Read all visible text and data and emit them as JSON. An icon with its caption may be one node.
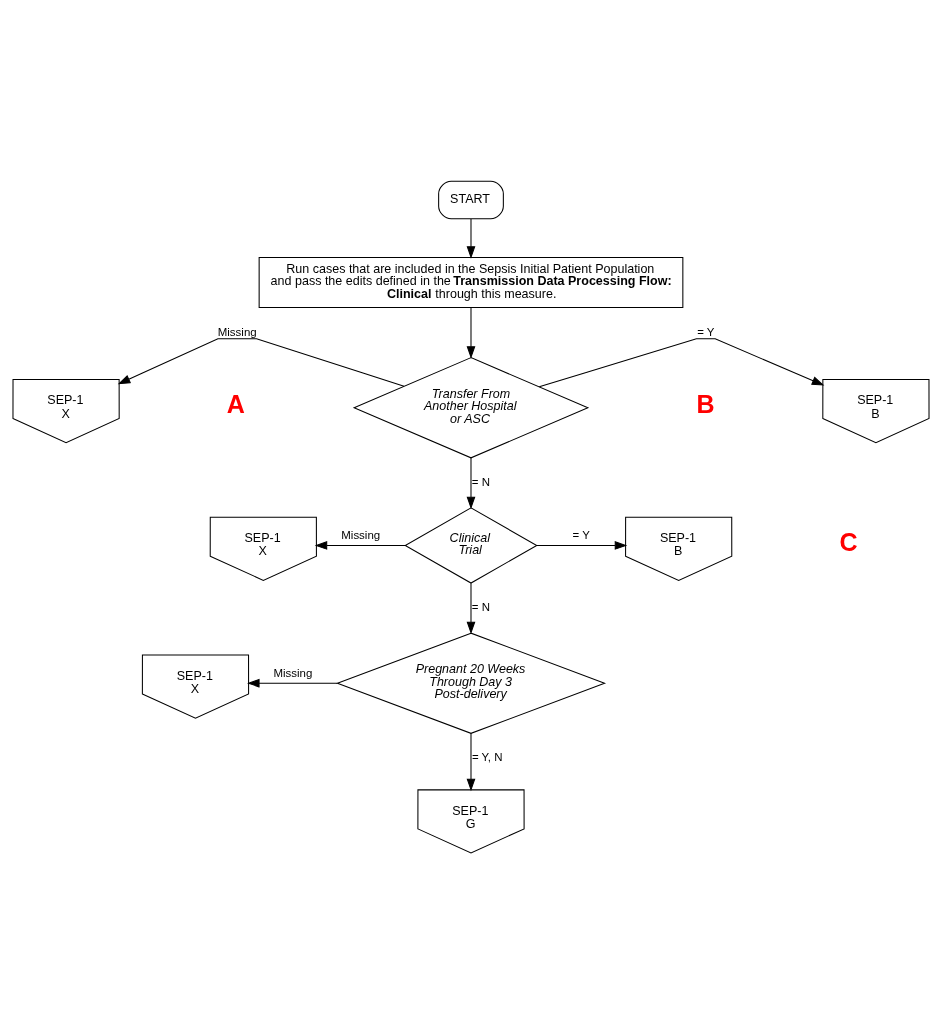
{
  "diagram": {
    "nodes": [
      {
        "text": [
          "START"
        ]
      },
      {
        "text": [
          "Run cases that are included in the Sepsis Initial Patient Population and pass the edits defined in the **Transmission Data Processing Flow: Clinical** through this measure."
        ]
      },
      {
        "text": [
          "Transfer From Another Hospital or ASC"
        ]
      },
      {
        "text": [
          "SEP-1",
          "X"
        ]
      },
      {
        "text": [
          "SEP-1",
          "B"
        ]
      },
      {
        "text": [
          "Clinical Trial"
        ]
      },
      {
        "text": [
          "SEP-1",
          "X"
        ]
      },
      {
        "text": [
          "SEP-1",
          "B"
        ]
      },
      {
        "text": [
          "Pregnant 20 Weeks Through Day 3 Post-delivery"
        ]
      },
      {
        "text": [
          "SEP-1",
          "X"
        ]
      },
      {
        "text": [
          "SEP-1",
          "G"
        ]
      }
    ],
    "edges": [
      {
        "from": 0,
        "to": 1,
        "arrow": "to"
      },
      {
        "from": 1,
        "to": 2,
        "arrow": "to"
      },
      {
        "from": 2,
        "to": 3,
        "label": "Missing",
        "arrow": "to"
      },
      {
        "from": 2,
        "to": 4,
        "label": "= Y",
        "arrow": "to"
      },
      {
        "from": 2,
        "to": 5,
        "label": "= N",
        "arrow": "to"
      },
      {
        "from": 5,
        "to": 6,
        "label": "Missing",
        "arrow": "to"
      },
      {
        "from": 5,
        "to": 7,
        "label": "= Y",
        "arrow": "to"
      },
      {
        "from": 5,
        "to": 8,
        "label": "= N",
        "arrow": "to"
      },
      {
        "from": 8,
        "to": 9,
        "label": "Missing",
        "arrow": "to"
      },
      {
        "from": 8,
        "to": 10,
        "label": "= Y, N",
        "arrow": "to"
      }
    ],
    "labels": [
      "A",
      "B",
      "C"
    ]
  }
}
